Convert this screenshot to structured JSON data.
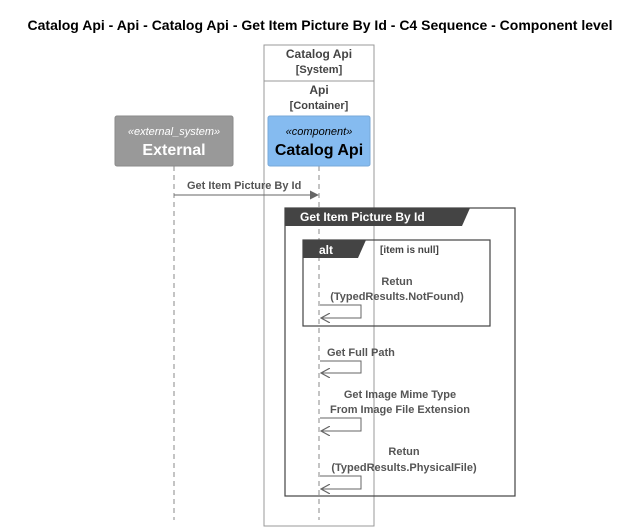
{
  "diagram": {
    "title": "Catalog Api - Api - Catalog Api - Get Item Picture By Id - C4 Sequence - Component level",
    "system_box": {
      "name": "Catalog Api",
      "type": "[System]"
    },
    "container_box": {
      "name": "Api",
      "type": "[Container]"
    },
    "participants": [
      {
        "stereotype": "«external_system»",
        "name": "External",
        "color": "#999999"
      },
      {
        "stereotype": "«component»",
        "name": "Catalog Api",
        "color": "#85BBF0"
      }
    ],
    "group": {
      "label": "Get Item Picture By Id"
    },
    "alt": {
      "keyword": "alt",
      "condition": "[item is null]"
    },
    "messages": [
      {
        "text": "Get Item Picture By Id"
      },
      {
        "line1": "Retun",
        "line2": "(TypedResults.NotFound)"
      },
      {
        "text": "Get Full Path"
      },
      {
        "line1": "Get Image Mime Type",
        "line2": "From Image File Extension"
      },
      {
        "line1": "Retun",
        "line2": "(TypedResults.PhysicalFile)"
      }
    ],
    "colors": {
      "line": "#666666",
      "frame_header": "#444444",
      "text": "#555555"
    }
  }
}
